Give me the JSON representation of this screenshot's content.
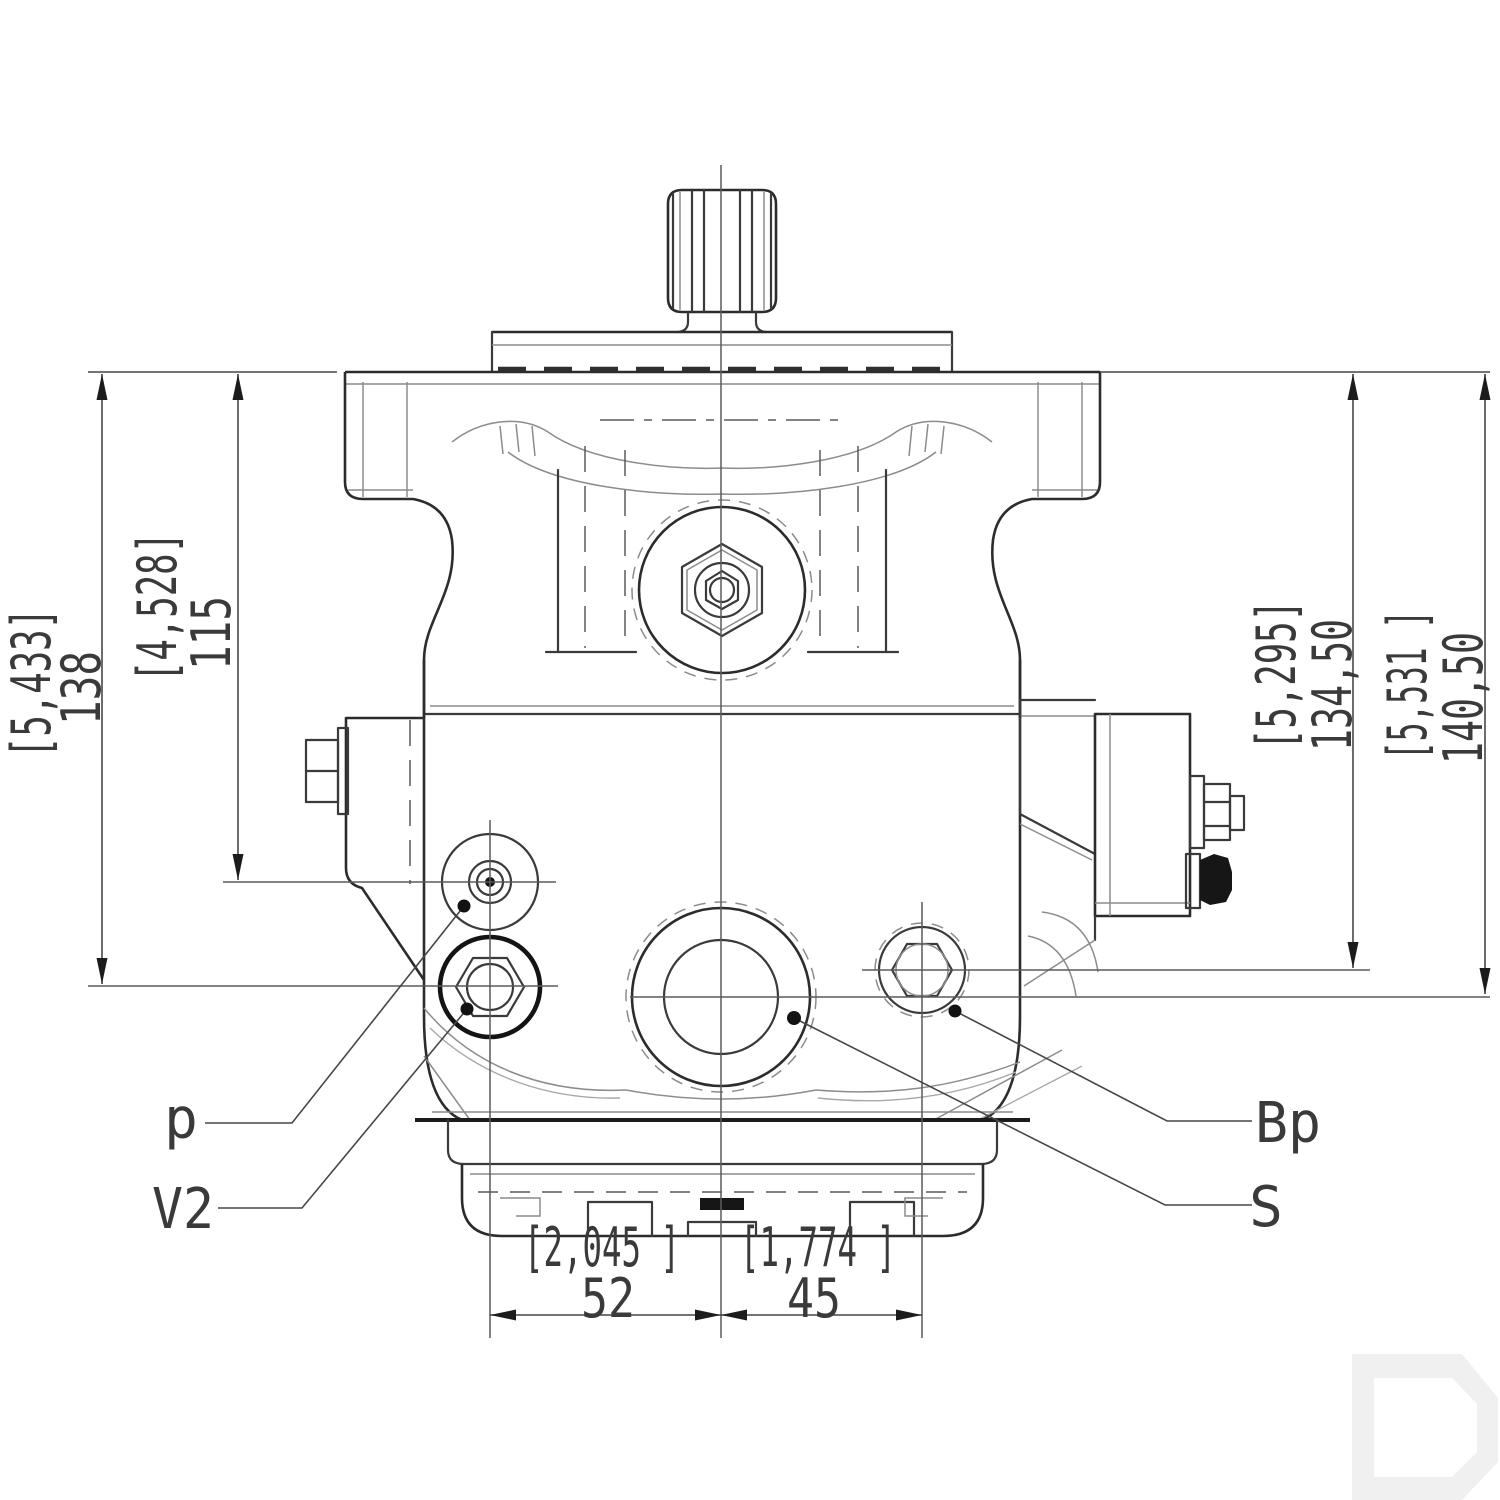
{
  "dims": {
    "left_outer": {
      "inch": "[5,433]",
      "mm": "138"
    },
    "left_inner": {
      "inch": "[4,528]",
      "mm": "115"
    },
    "right_inner": {
      "inch": "[5,295]",
      "mm": "134,50"
    },
    "right_outer": {
      "inch": "[5,531 ]",
      "mm": "140,50"
    },
    "bottom_left": {
      "inch": "[2,045 ]",
      "mm": "52"
    },
    "bottom_right": {
      "inch": "[1,774 ]",
      "mm": "45"
    }
  },
  "ports": {
    "p": "p",
    "v2": "V2",
    "bp": "Bp",
    "s": "S"
  },
  "colors": {
    "line": "#3a3a3a",
    "thin": "#8c8c8c",
    "dark": "#161616",
    "watermark": "#f0f0f0",
    "background": "#ffffff"
  }
}
